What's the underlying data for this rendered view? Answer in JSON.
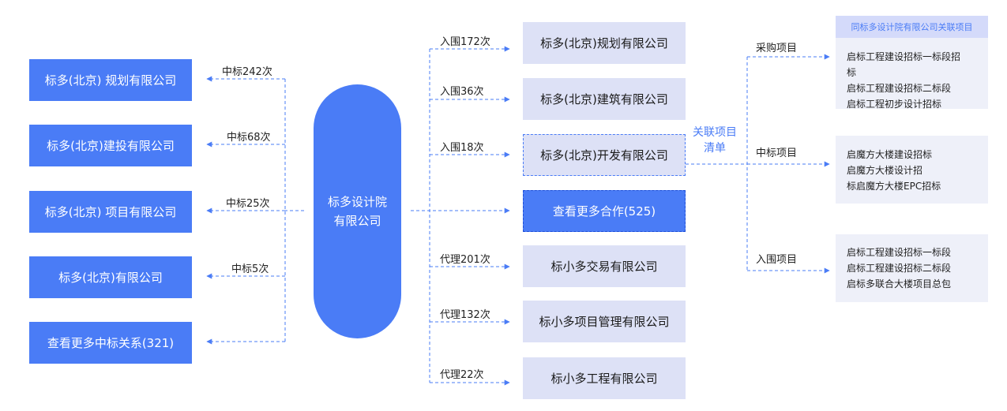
{
  "center": {
    "line1": "标多设计院",
    "line2": "有限公司"
  },
  "left_nodes": [
    {
      "label": "标多(北京) 规划有限公司",
      "edge": "中标242次"
    },
    {
      "label": "标多(北京)建投有限公司",
      "edge": "中标68次"
    },
    {
      "label": "标多(北京) 项目有限公司",
      "edge": "中标25次"
    },
    {
      "label": "标多(北京)有限公司",
      "edge": "中标5次"
    },
    {
      "label": "查看更多中标关系(321)",
      "edge": ""
    }
  ],
  "right_nodes": [
    {
      "label": "标多(北京)规划有限公司",
      "edge": "入围172次"
    },
    {
      "label": "标多(北京)建筑有限公司",
      "edge": "入围36次"
    },
    {
      "label": "标多(北京)开发有限公司",
      "edge": "入围18次"
    },
    {
      "label": "查看更多合作(525)",
      "edge": ""
    },
    {
      "label": "标小多交易有限公司",
      "edge": "代理201次"
    },
    {
      "label": "标小多项目管理有限公司",
      "edge": "代理132次"
    },
    {
      "label": "标小多工程有限公司",
      "edge": "代理22次"
    }
  ],
  "related": {
    "link_label_1": "关联项目",
    "link_label_2": "清单",
    "panel_title": "同标多设计院有限公司关联项目",
    "groups": [
      {
        "label": "采购项目",
        "items": [
          "启标工程建设招标一标段招",
          "标",
          "启标工程建设招标二标段",
          "启标工程初步设计招标"
        ]
      },
      {
        "label": "中标项目",
        "items": [
          "启魔方大楼建设招标",
          "启魔方大楼设计招",
          "标启魔方大楼EPC招标"
        ]
      },
      {
        "label": "入围项目",
        "items": [
          "启标工程建设招标一标段",
          "启标工程建设招标二标段",
          "启标多联合大楼项目总包"
        ]
      }
    ]
  },
  "colors": {
    "accent": "#4a7cf6",
    "light_box": "#dde1f6",
    "panel": "#eef0f9"
  }
}
